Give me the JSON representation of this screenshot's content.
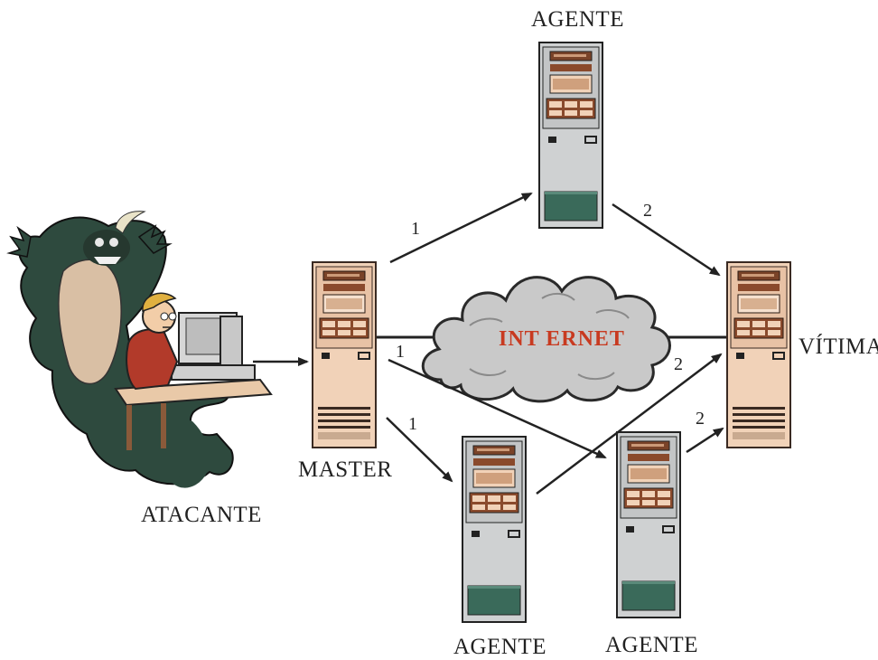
{
  "labels": {
    "agent_top": "AGENTE",
    "master": "MASTER",
    "victim": "VÍTIMA",
    "attacker": "ATACANTE",
    "agent_bottom_left": "AGENTE",
    "agent_bottom_right": "AGENTE",
    "internet": "INT ERNET"
  },
  "steps": {
    "master_to_agent_top": "1",
    "master_to_agent_bottom_right": "1",
    "master_to_agent_bottom_left": "1",
    "agent_top_to_victim": "2",
    "agent_bottom_left_to_victim": "2",
    "agent_bottom_right_to_victim": "2"
  },
  "colors": {
    "beige_server": "#f1d2b8",
    "gray_server": "#cfd1d2",
    "panel_brown": "#8a4a2c",
    "green_panel": "#3a6a5a",
    "cloud": "#c9c9c9",
    "internet_text": "#c83a20",
    "ghost": "#2e4a3e"
  },
  "icons": {
    "attacker": "hacker-with-ghost-icon",
    "server": "server-tower-icon",
    "cloud": "internet-cloud-icon"
  }
}
